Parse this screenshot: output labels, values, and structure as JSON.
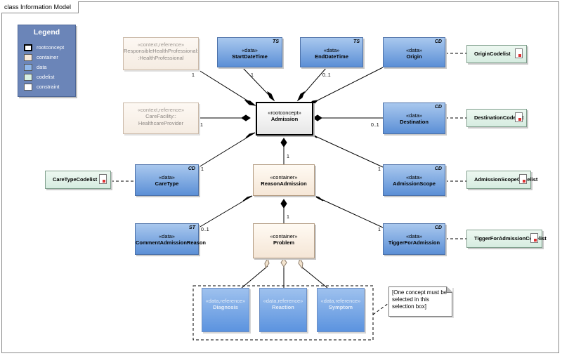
{
  "frame_title": "class Information Model",
  "legend": {
    "title": "Legend",
    "items": [
      {
        "label": "rootconcept",
        "color": "#ffffff",
        "border": "#000000"
      },
      {
        "label": "container",
        "color": "#f6e8da",
        "border": "#8b7b6b"
      },
      {
        "label": "data",
        "color": "#8fb7ea",
        "border": "#3b5d8e"
      },
      {
        "label": "codelist",
        "color": "#d8efe2",
        "border": "#5f8c72"
      },
      {
        "label": "constraint",
        "color": "#ffffff",
        "border": "#666666"
      }
    ]
  },
  "nodes": {
    "responsible": {
      "stereotype": "«context,reference»",
      "name": "ResponsibleHealthProfessional: :HealthProfessional"
    },
    "start": {
      "stereotype": "«data»",
      "name": "StartDateTime",
      "tag": "TS"
    },
    "end": {
      "stereotype": "«data»",
      "name": "EndDateTime",
      "tag": "TS"
    },
    "origin": {
      "stereotype": "«data»",
      "name": "Origin",
      "tag": "CD"
    },
    "carefacility": {
      "stereotype": "«context,reference»",
      "name": "CareFacility:: HealthcareProvider"
    },
    "admission": {
      "stereotype": "«rootconcept»",
      "name": "Admission"
    },
    "destination": {
      "stereotype": "«data»",
      "name": "Destination",
      "tag": "CD"
    },
    "caretype": {
      "stereotype": "«data»",
      "name": "CareType",
      "tag": "CD"
    },
    "reason": {
      "stereotype": "«container»",
      "name": "ReasonAdmission"
    },
    "scope": {
      "stereotype": "«data»",
      "name": "AdmissionScope",
      "tag": "CD"
    },
    "comment": {
      "stereotype": "«data»",
      "name": "CommentAdmissionReason",
      "tag": "ST"
    },
    "problem": {
      "stereotype": "«container»",
      "name": "Problem"
    },
    "tigger": {
      "stereotype": "«data»",
      "name": "TiggerForAdmission",
      "tag": "CD"
    },
    "diagnosis": {
      "stereotype": "«data,reference»",
      "name": "Diagnosis"
    },
    "reaction": {
      "stereotype": "«data,reference»",
      "name": "Reaction"
    },
    "symptom": {
      "stereotype": "«data,reference»",
      "name": "Symptom"
    }
  },
  "codelists": {
    "origin_cl": "OriginCodelist",
    "destination_cl": "DestinationCodelist",
    "caretype_cl": "CareTypeCodelist",
    "scope_cl": "AdmissionScopeCodelist",
    "tigger_cl": "TiggerForAdmissionCodelist"
  },
  "note": "[One concept must be selected in this selection box]",
  "multiplicities": {
    "responsible": "1",
    "start": "1",
    "end": "0..1",
    "carefacility": "1",
    "destination": "0..1",
    "reason": "1",
    "caretype": "1",
    "scope": "1",
    "problem": "1",
    "comment": "0..1",
    "tigger": "1"
  }
}
